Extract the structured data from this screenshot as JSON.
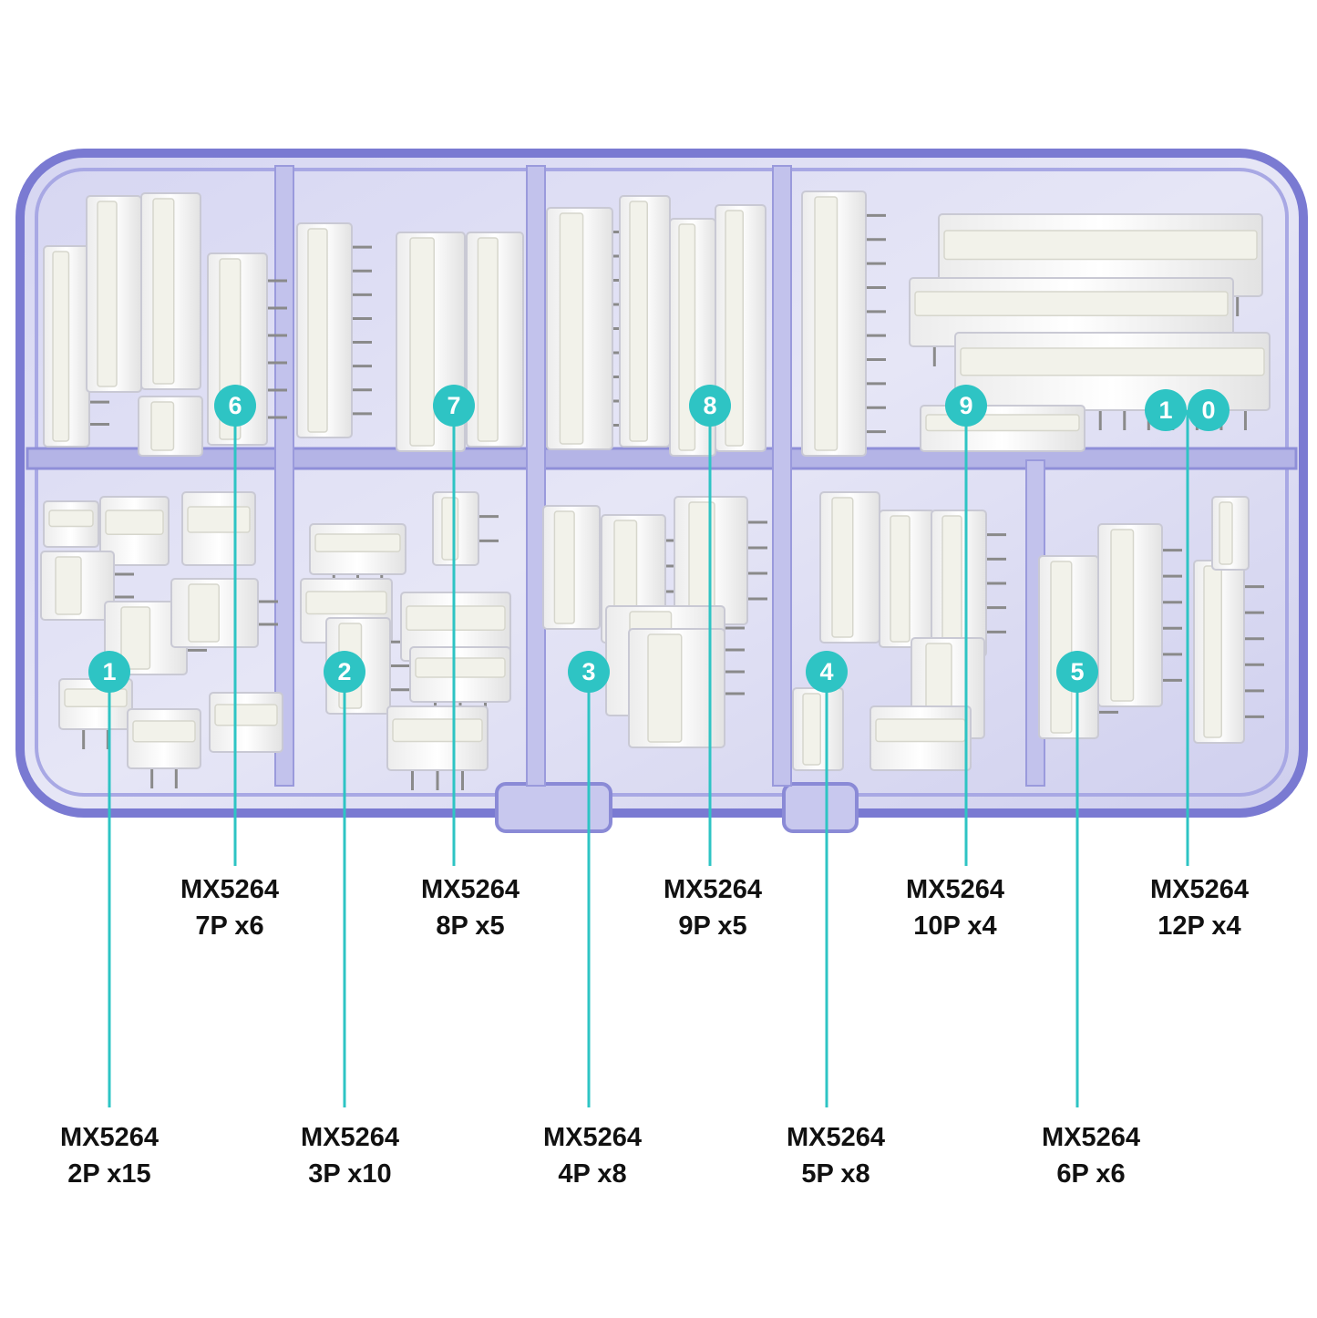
{
  "colors": {
    "accent": "#2ec4c4",
    "box_frame": "#7777d0",
    "box_fill": "#d8d8f0",
    "connector": "#f7f7f7",
    "pin": "#8a8a8a",
    "text": "#111111"
  },
  "callouts": [
    {
      "badge": "1",
      "part": "MX5264",
      "spec": "2P x15"
    },
    {
      "badge": "2",
      "part": "MX5264",
      "spec": "3P x10"
    },
    {
      "badge": "3",
      "part": "MX5264",
      "spec": "4P x8"
    },
    {
      "badge": "4",
      "part": "MX5264",
      "spec": "5P x8"
    },
    {
      "badge": "5",
      "part": "MX5264",
      "spec": "6P x6"
    },
    {
      "badge": "6",
      "part": "MX5264",
      "spec": "7P x6"
    },
    {
      "badge": "7",
      "part": "MX5264",
      "spec": "8P x5"
    },
    {
      "badge": "8",
      "part": "MX5264",
      "spec": "9P x5"
    },
    {
      "badge": "9",
      "part": "MX5264",
      "spec": "10P x4"
    },
    {
      "badge": "10",
      "badge_digits": [
        "1",
        "0"
      ],
      "part": "MX5264",
      "spec": "12P x4"
    }
  ]
}
